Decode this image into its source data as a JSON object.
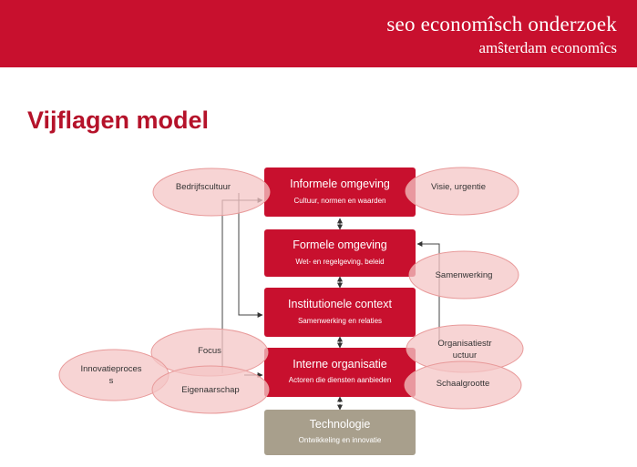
{
  "header": {
    "brand_line1": "seo economîsch onderzoek",
    "brand_line2": "amŝterdam economîcs",
    "accent_color": "#c8102e"
  },
  "slide": {
    "title": "Vijflagen model"
  },
  "diagram": {
    "layers": [
      {
        "title": "Informele omgeving",
        "subtitle": "Cultuur, normen en waarden",
        "color": "#c8102e"
      },
      {
        "title": "Formele omgeving",
        "subtitle": "Wet- en regelgeving, beleid",
        "color": "#c8102e"
      },
      {
        "title": "Institutionele context",
        "subtitle": "Samenwerking en relaties",
        "color": "#c8102e"
      },
      {
        "title": "Interne organisatie",
        "subtitle": "Actoren die diensten aanbieden",
        "color": "#c8102e"
      },
      {
        "title": "Technologie",
        "subtitle": "Ontwikkeling en innovatie",
        "color": "#a89f8c"
      }
    ],
    "factors": {
      "bedrijfscultuur": "Bedrijfscultuur",
      "visie": "Visie, urgentie",
      "samenwerking": "Samenwerking",
      "focus": "Focus",
      "innovatieproces_line1": "Innovatieproces",
      "innovatieproces_line2": "s",
      "eigenaarschap": "Eigenaarschap",
      "organisatiestructuur_line1": "Organisatiestr",
      "organisatiestructuur_line2": "uctuur",
      "schaalgrootte": "Schaalgrootte"
    },
    "ellipse_fill": "#f4c6c6",
    "ellipse_stroke": "#e89a9a"
  }
}
